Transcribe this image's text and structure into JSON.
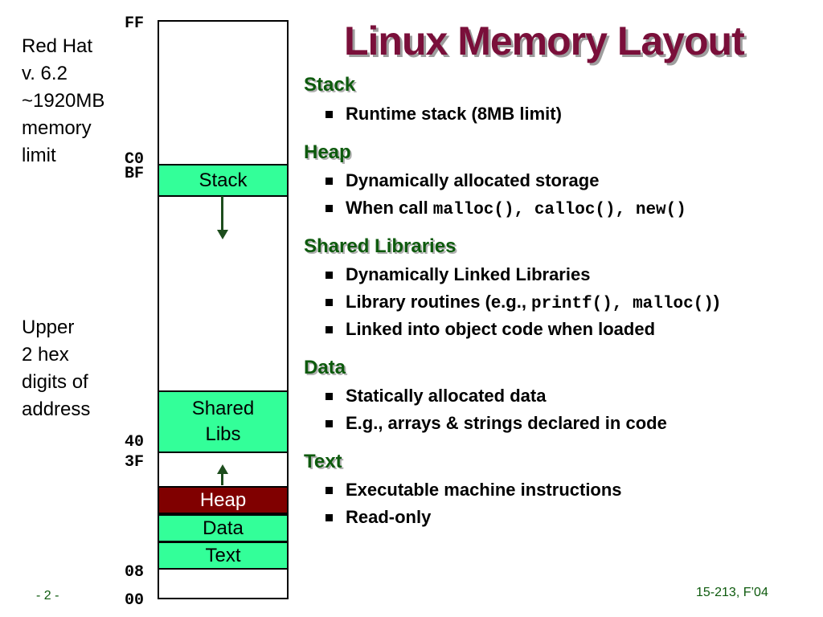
{
  "title": "Linux Memory Layout",
  "left_notes": {
    "top_lines": [
      "Red Hat",
      "v. 6.2",
      "~1920MB",
      "memory",
      "limit"
    ],
    "bottom_lines": [
      "Upper",
      "2 hex",
      "digits of",
      "address"
    ]
  },
  "hex_labels": {
    "ff": "FF",
    "c0": "C0",
    "bf": "BF",
    "h40": "40",
    "h3f": "3F",
    "h08": "08",
    "h00": "00"
  },
  "segments": {
    "stack": "Stack",
    "shared_libs_line1": "Shared",
    "shared_libs_line2": "Libs",
    "heap": "Heap",
    "data": "Data",
    "text": "Text"
  },
  "sections": [
    {
      "heading": "Stack",
      "bullets": [
        {
          "text": "Runtime stack (8MB limit)"
        }
      ]
    },
    {
      "heading": "Heap",
      "bullets": [
        {
          "text": "Dynamically allocated storage"
        },
        {
          "prefix": "When call ",
          "code": "malloc(), calloc(), new()"
        }
      ]
    },
    {
      "heading": "Shared Libraries",
      "bullets": [
        {
          "text": "Dynamically Linked Libraries"
        },
        {
          "prefix": "Library routines (e.g., ",
          "code": "printf(), malloc()",
          "suffix": ")"
        },
        {
          "text": "Linked into object code when loaded"
        }
      ]
    },
    {
      "heading": "Data",
      "bullets": [
        {
          "text": "Statically allocated data"
        },
        {
          "text": "E.g., arrays & strings declared in code"
        }
      ]
    },
    {
      "heading": "Text",
      "bullets": [
        {
          "text": "Executable machine instructions"
        },
        {
          "text": "Read-only"
        }
      ]
    }
  ],
  "footer": {
    "page": "- 2 -",
    "course": "15-213, F’04"
  },
  "colors": {
    "title": "#7a0f3a",
    "heading": "#0d5a0d",
    "segment_fill": "#33ff99",
    "heap_fill": "#800000",
    "arrow": "#1d4d1d"
  }
}
